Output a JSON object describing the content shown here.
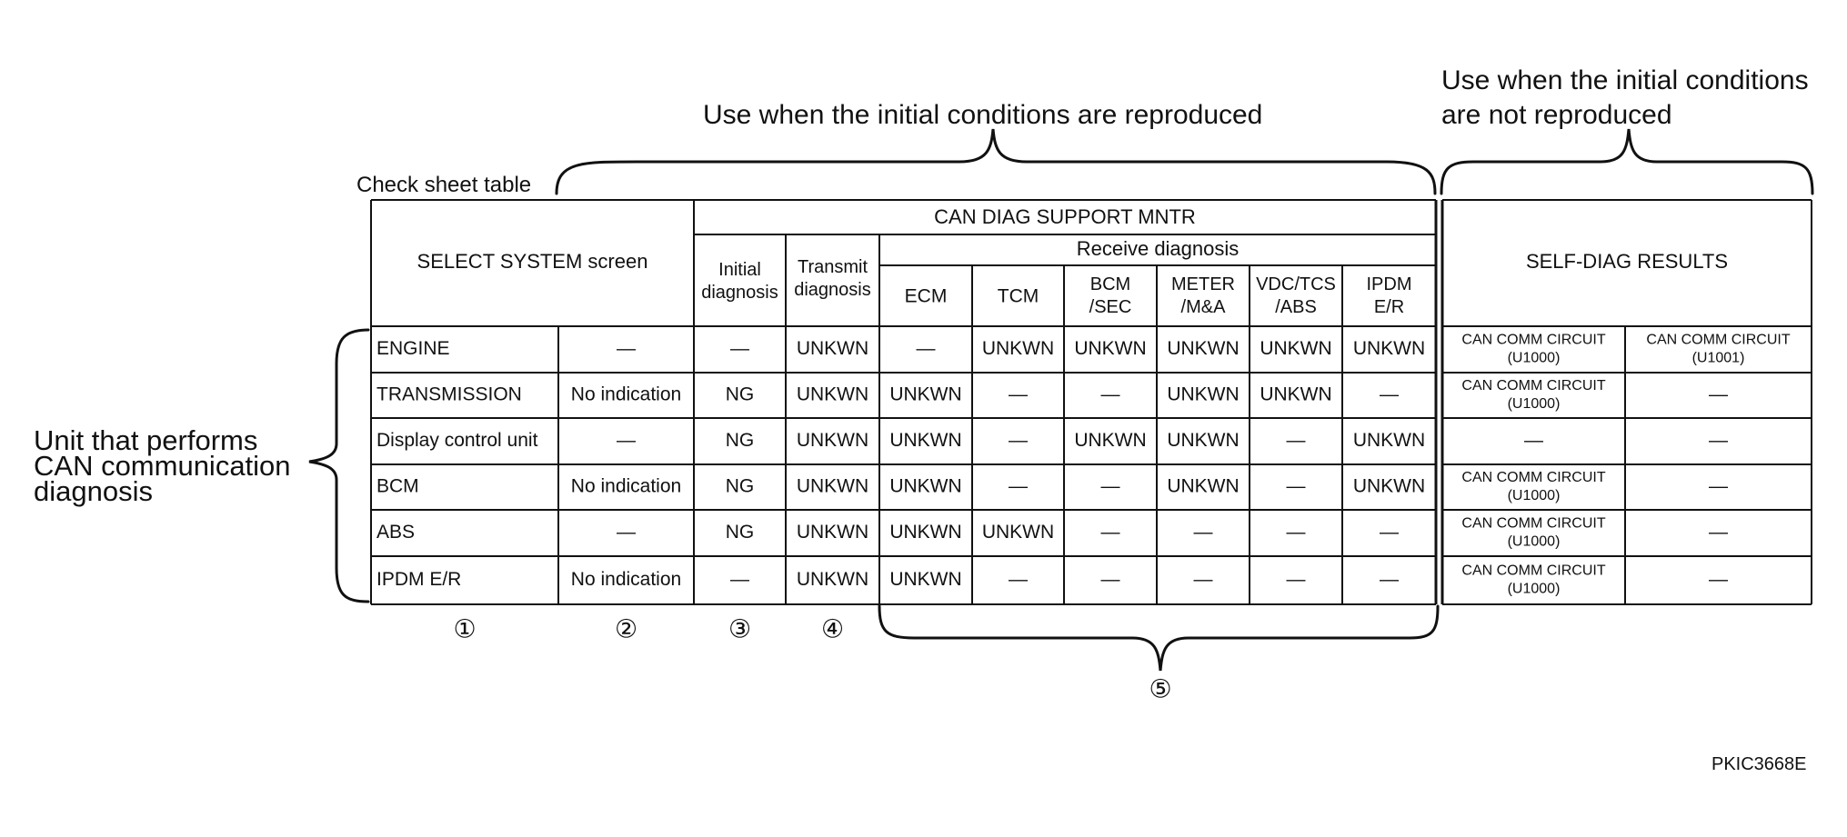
{
  "annotations": {
    "top_center": "Use when the initial conditions are reproduced",
    "top_right_line1": "Use when the initial conditions",
    "top_right_line2": "are not reproduced",
    "left_line1": "Unit that performs",
    "left_line2": "CAN communication",
    "left_line3": "diagnosis",
    "table_caption": "Check sheet table",
    "figure_code": "PKIC3668E"
  },
  "markers": [
    "①",
    "②",
    "③",
    "④",
    "⑤"
  ],
  "headers": {
    "select_system": "SELECT SYSTEM screen",
    "can_diag": "CAN DIAG SUPPORT MNTR",
    "initial": [
      "Initial",
      "diagnosis"
    ],
    "transmit": [
      "Transmit",
      "diagnosis"
    ],
    "receive": "Receive diagnosis",
    "receive_cols": [
      [
        "ECM"
      ],
      [
        "TCM"
      ],
      [
        "BCM",
        "/SEC"
      ],
      [
        "METER",
        "/M&A"
      ],
      [
        "VDC/TCS",
        "/ABS"
      ],
      [
        "IPDM",
        "E/R"
      ]
    ],
    "self_diag": "SELF-DIAG RESULTS"
  },
  "rows": [
    {
      "unit": "ENGINE",
      "select": "—",
      "initial": "—",
      "transmit": "UNKWN",
      "receive": [
        "—",
        "UNKWN",
        "UNKWN",
        "UNKWN",
        "UNKWN",
        "UNKWN"
      ],
      "self_diag": [
        [
          "CAN COMM CIRCUIT",
          "(U1000)"
        ],
        [
          "CAN COMM CIRCUIT",
          "(U1001)"
        ]
      ]
    },
    {
      "unit": "TRANSMISSION",
      "select": "No indication",
      "initial": "NG",
      "transmit": "UNKWN",
      "receive": [
        "UNKWN",
        "—",
        "—",
        "UNKWN",
        "UNKWN",
        "—"
      ],
      "self_diag": [
        [
          "CAN COMM CIRCUIT",
          "(U1000)"
        ],
        [
          "—"
        ]
      ]
    },
    {
      "unit": "Display control unit",
      "select": "—",
      "initial": "NG",
      "transmit": "UNKWN",
      "receive": [
        "UNKWN",
        "—",
        "UNKWN",
        "UNKWN",
        "—",
        "UNKWN"
      ],
      "self_diag": [
        [
          "—"
        ],
        [
          "—"
        ]
      ]
    },
    {
      "unit": "BCM",
      "select": "No indication",
      "initial": "NG",
      "transmit": "UNKWN",
      "receive": [
        "UNKWN",
        "—",
        "—",
        "UNKWN",
        "—",
        "UNKWN"
      ],
      "self_diag": [
        [
          "CAN COMM CIRCUIT",
          "(U1000)"
        ],
        [
          "—"
        ]
      ]
    },
    {
      "unit": "ABS",
      "select": "—",
      "initial": "NG",
      "transmit": "UNKWN",
      "receive": [
        "UNKWN",
        "UNKWN",
        "—",
        "—",
        "—",
        "—"
      ],
      "self_diag": [
        [
          "CAN COMM CIRCUIT",
          "(U1000)"
        ],
        [
          "—"
        ]
      ]
    },
    {
      "unit": "IPDM E/R",
      "select": "No indication",
      "initial": "—",
      "transmit": "UNKWN",
      "receive": [
        "UNKWN",
        "—",
        "—",
        "—",
        "—",
        "—"
      ],
      "self_diag": [
        [
          "CAN COMM CIRCUIT",
          "(U1000)"
        ],
        [
          "—"
        ]
      ]
    }
  ]
}
